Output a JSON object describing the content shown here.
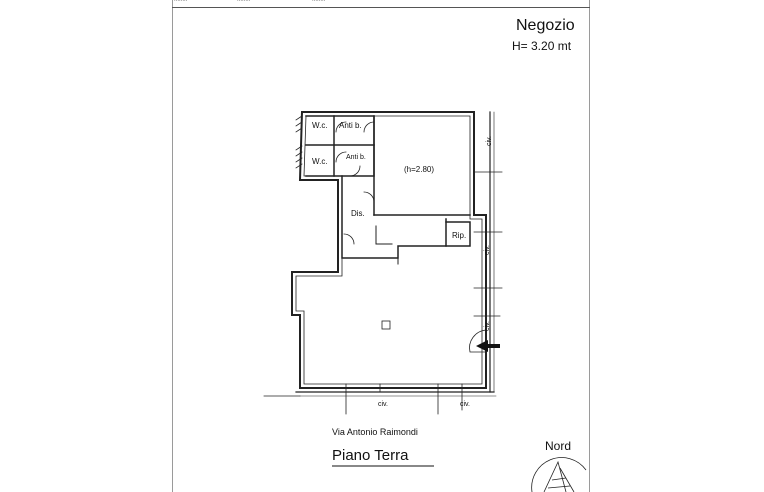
{
  "header": {
    "title": "Negozio",
    "height_label": "H= 3.20 mt",
    "strip_texts": [
      "........",
      "........",
      "........"
    ]
  },
  "rooms": {
    "wc_1": "W.c.",
    "anti_1": "Anti b.",
    "wc_2": "W.c.",
    "anti_2": "Anti b.",
    "main_room": "(h=2.80)",
    "disimpegno": "Dis.",
    "ripostiglio": "Rip."
  },
  "labels": {
    "civ": "civ.",
    "street": "Via Antonio Raimondi",
    "floor": "Piano Terra",
    "north": "Nord"
  },
  "colors": {
    "line": "#222222",
    "paper": "#ffffff"
  }
}
